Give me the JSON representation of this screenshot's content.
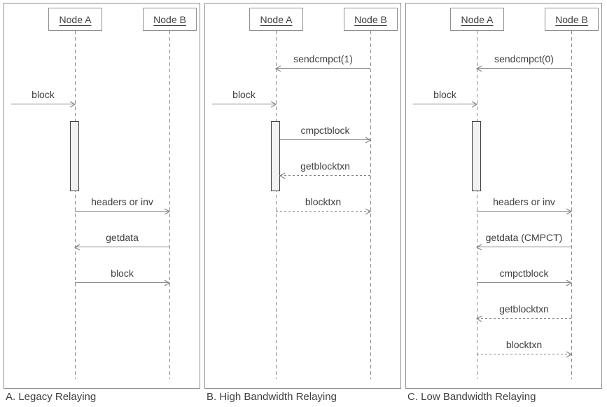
{
  "diagram": {
    "description_colors": {
      "line": "#848484",
      "border": "#8f8f8f",
      "text": "#404040",
      "activation_fill": "#f2f2f2",
      "activation_border": "#404040"
    },
    "panels": [
      {
        "caption": "A. Legacy Relaying",
        "nodes": [
          {
            "label": "Node A"
          },
          {
            "label": "Node B"
          }
        ],
        "external": {
          "label": "block",
          "row": 1
        },
        "activation": {
          "on_node": "A"
        },
        "messages": [
          {
            "label": "headers or inv",
            "from": "A",
            "to": "B",
            "line": "solid",
            "row": 4
          },
          {
            "label": "getdata",
            "from": "B",
            "to": "A",
            "line": "solid",
            "row": 5
          },
          {
            "label": "block",
            "from": "A",
            "to": "B",
            "line": "solid",
            "row": 6
          }
        ]
      },
      {
        "caption": "B. High Bandwidth Relaying",
        "nodes": [
          {
            "label": "Node A"
          },
          {
            "label": "Node B"
          }
        ],
        "external": {
          "label": "block",
          "row": 1
        },
        "activation": {
          "on_node": "A"
        },
        "messages": [
          {
            "label": "sendcmpct(1)",
            "from": "B",
            "to": "A",
            "line": "solid",
            "row": 0
          },
          {
            "label": "cmpctblock",
            "from": "A",
            "to": "B",
            "line": "solid",
            "row": 2
          },
          {
            "label": "getblocktxn",
            "from": "B",
            "to": "A",
            "line": "dashed",
            "row": 3
          },
          {
            "label": "blocktxn",
            "from": "A",
            "to": "B",
            "line": "dashed",
            "row": 4
          }
        ]
      },
      {
        "caption": "C. Low Bandwidth Relaying",
        "nodes": [
          {
            "label": "Node A"
          },
          {
            "label": "Node B"
          }
        ],
        "external": {
          "label": "block",
          "row": 1
        },
        "activation": {
          "on_node": "A"
        },
        "messages": [
          {
            "label": "sendcmpct(0)",
            "from": "B",
            "to": "A",
            "line": "solid",
            "row": 0
          },
          {
            "label": "headers or inv",
            "from": "A",
            "to": "B",
            "line": "solid",
            "row": 4
          },
          {
            "label": "getdata (CMPCT)",
            "from": "B",
            "to": "A",
            "line": "solid",
            "row": 5
          },
          {
            "label": "cmpctblock",
            "from": "A",
            "to": "B",
            "line": "solid",
            "row": 6
          },
          {
            "label": "getblocktxn",
            "from": "B",
            "to": "A",
            "line": "dashed",
            "row": 7
          },
          {
            "label": "blocktxn",
            "from": "A",
            "to": "B",
            "line": "dashed",
            "row": 8
          }
        ]
      }
    ]
  }
}
